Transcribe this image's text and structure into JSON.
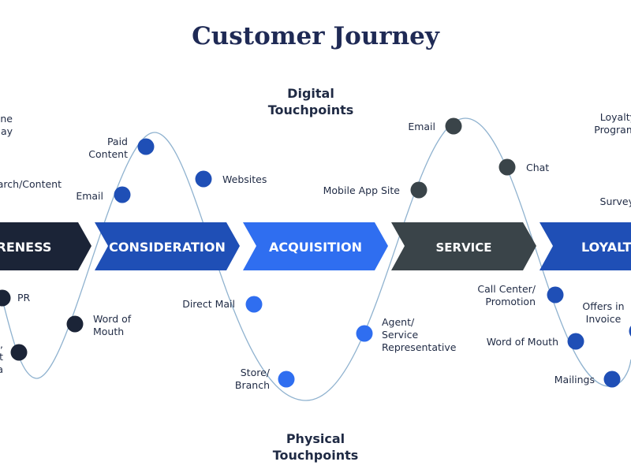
{
  "title": "Customer Journey",
  "digital_label": [
    "Digital",
    "Touchpoints"
  ],
  "physical_label": [
    "Physical",
    "Touchpoints"
  ],
  "colors": {
    "title": "#1f2a55",
    "curve": "#8fb2cf",
    "stage_dark": "#1b2437",
    "stage_blue": "#1f4fb6",
    "stage_bright": "#2f6ef0",
    "stage_gray": "#3a4449",
    "dot_navy": "#1b2437",
    "dot_blue": "#1f4fb6",
    "dot_bright": "#2f6ef0",
    "dot_gray": "#3a4449"
  },
  "stages": [
    {
      "name": "stage-awareness",
      "label": "AWARENESS",
      "color": "stage_dark"
    },
    {
      "name": "stage-consideration",
      "label": "CONSIDERATION",
      "color": "stage_blue"
    },
    {
      "name": "stage-acquisition",
      "label": "ACQUISITION",
      "color": "stage_bright"
    },
    {
      "name": "stage-service",
      "label": "SERVICE",
      "color": "stage_gray"
    },
    {
      "name": "stage-loyalty",
      "label": "LOYALTY",
      "color": "stage_blue"
    }
  ],
  "touchpoints": [
    {
      "name": "touchpoint-online-display",
      "lines": [
        "Online",
        "Display"
      ],
      "color": "dot_navy"
    },
    {
      "name": "touchpoint-search-content",
      "lines": [
        "Search/Content"
      ],
      "color": "dot_navy"
    },
    {
      "name": "touchpoint-pr",
      "lines": [
        "PR"
      ],
      "color": "dot_navy"
    },
    {
      "name": "touchpoint-event-media",
      "lines": [
        "Event,",
        "Print",
        "Media"
      ],
      "color": "dot_navy"
    },
    {
      "name": "touchpoint-word-of-mouth-1",
      "lines": [
        "Word of",
        "Mouth"
      ],
      "color": "dot_navy"
    },
    {
      "name": "touchpoint-email-1",
      "lines": [
        "Email"
      ],
      "color": "dot_blue"
    },
    {
      "name": "touchpoint-paid-content",
      "lines": [
        "Paid",
        "Content"
      ],
      "color": "dot_blue"
    },
    {
      "name": "touchpoint-websites",
      "lines": [
        "Websites"
      ],
      "color": "dot_blue"
    },
    {
      "name": "touchpoint-direct-mail",
      "lines": [
        "Direct Mail"
      ],
      "color": "dot_bright"
    },
    {
      "name": "touchpoint-store-branch",
      "lines": [
        "Store/",
        "Branch"
      ],
      "color": "dot_bright"
    },
    {
      "name": "touchpoint-agent",
      "lines": [
        "Agent/",
        "Service",
        "Representative"
      ],
      "color": "dot_bright"
    },
    {
      "name": "touchpoint-mobile-app-site",
      "lines": [
        "Mobile App Site"
      ],
      "color": "dot_gray"
    },
    {
      "name": "touchpoint-email-2",
      "lines": [
        "Email"
      ],
      "color": "dot_gray"
    },
    {
      "name": "touchpoint-chat",
      "lines": [
        "Chat"
      ],
      "color": "dot_gray"
    },
    {
      "name": "touchpoint-call-center",
      "lines": [
        "Call Center/",
        "Promotion"
      ],
      "color": "dot_blue"
    },
    {
      "name": "touchpoint-word-of-mouth-2",
      "lines": [
        "Word of Mouth"
      ],
      "color": "dot_blue"
    },
    {
      "name": "touchpoint-mailings",
      "lines": [
        "Mailings"
      ],
      "color": "dot_blue"
    },
    {
      "name": "touchpoint-offers-in-invoice",
      "lines": [
        "Offers in",
        "Invoice"
      ],
      "color": "dot_blue"
    },
    {
      "name": "touchpoint-loyalty-program",
      "lines": [
        "Loyalty",
        "Program"
      ],
      "color": "dot_blue"
    },
    {
      "name": "touchpoint-survey",
      "lines": [
        "Survey"
      ],
      "color": "dot_blue"
    }
  ]
}
